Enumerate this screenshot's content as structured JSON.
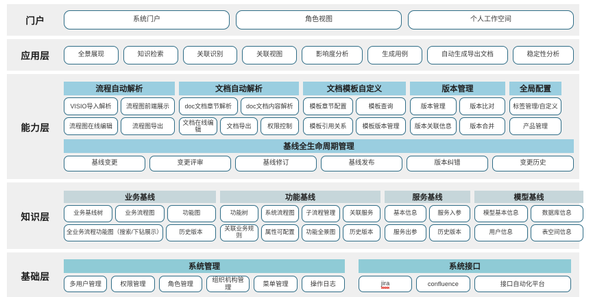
{
  "layers": [
    {
      "id": "portal",
      "label": "门户",
      "items": [
        "系统门户",
        "角色视图",
        "个人工作空间"
      ]
    },
    {
      "id": "application",
      "label": "应用层",
      "items": [
        "全景展现",
        "知识检索",
        "关联识别",
        "关联视图",
        "影响度分析",
        "生成用例",
        "自动生成导出文档",
        "稳定性分析"
      ]
    },
    {
      "id": "capability",
      "label": "能力层",
      "groups": [
        {
          "header": "流程自动解析",
          "rows": [
            [
              "VISIO导入解析",
              "流程图前端展示"
            ],
            [
              "流程图在线编辑",
              "流程图导出"
            ]
          ]
        },
        {
          "header": "文档自动解析",
          "rows": [
            [
              "doc文档章节解析",
              "doc文档内容解析"
            ],
            [
              "文档在线编辑",
              "文档导出",
              "权限控制"
            ]
          ]
        },
        {
          "header": "文档模板自定义",
          "rows": [
            [
              "模板章节配置",
              "模板查询"
            ],
            [
              "模板引用关系",
              "模板版本管理"
            ]
          ]
        },
        {
          "header": "版本管理",
          "rows": [
            [
              "版本管理",
              "版本比对"
            ],
            [
              "版本关联信息",
              "版本合并"
            ]
          ]
        },
        {
          "header": "全局配置",
          "rows": [
            [
              "标签管理/自定义"
            ],
            [
              "产品管理"
            ]
          ]
        }
      ],
      "lifecycle": {
        "header": "基线全生命周期管理",
        "items": [
          "基线变更",
          "变更评审",
          "基线修订",
          "基线发布",
          "版本纠错",
          "变更历史"
        ]
      }
    },
    {
      "id": "knowledge",
      "label": "知识层",
      "groups": [
        {
          "header": "业务基线",
          "rows": [
            [
              "业务基线树",
              "业务流程图",
              "功能图"
            ],
            [
              "全业务流程功能图（搜索/下钻展示）",
              "历史版本"
            ]
          ]
        },
        {
          "header": "功能基线",
          "rows": [
            [
              "功能树",
              "系统流程图",
              "子流程管理",
              "关联服务"
            ],
            [
              "关联业务规则",
              "属性可配置",
              "功能全景图",
              "历史版本"
            ]
          ]
        },
        {
          "header": "服务基线",
          "rows": [
            [
              "基本信息",
              "服务入参"
            ],
            [
              "服务出参",
              "历史版本"
            ]
          ]
        },
        {
          "header": "模型基线",
          "rows": [
            [
              "模型基本信息",
              "数据库信息"
            ],
            [
              "用户信息",
              "表空间信息"
            ]
          ]
        }
      ]
    },
    {
      "id": "foundation",
      "label": "基础层",
      "columns": [
        {
          "header": "系统管理",
          "items": [
            "多用户管理",
            "权限管理",
            "角色管理",
            "组织机构管理",
            "菜单管理",
            "操作日志"
          ]
        },
        {
          "header": "系统接口",
          "items": [
            "jira",
            "confluence",
            "接口自动化平台"
          ]
        }
      ]
    }
  ],
  "colors": {
    "band_background": "#efefef",
    "capability_header": "#9ACEE0",
    "knowledge_header": "#C6D6DA",
    "foundation_header": "#8FCBD6",
    "pill_border": "#2e6c86",
    "text": "#3a3a3a"
  }
}
